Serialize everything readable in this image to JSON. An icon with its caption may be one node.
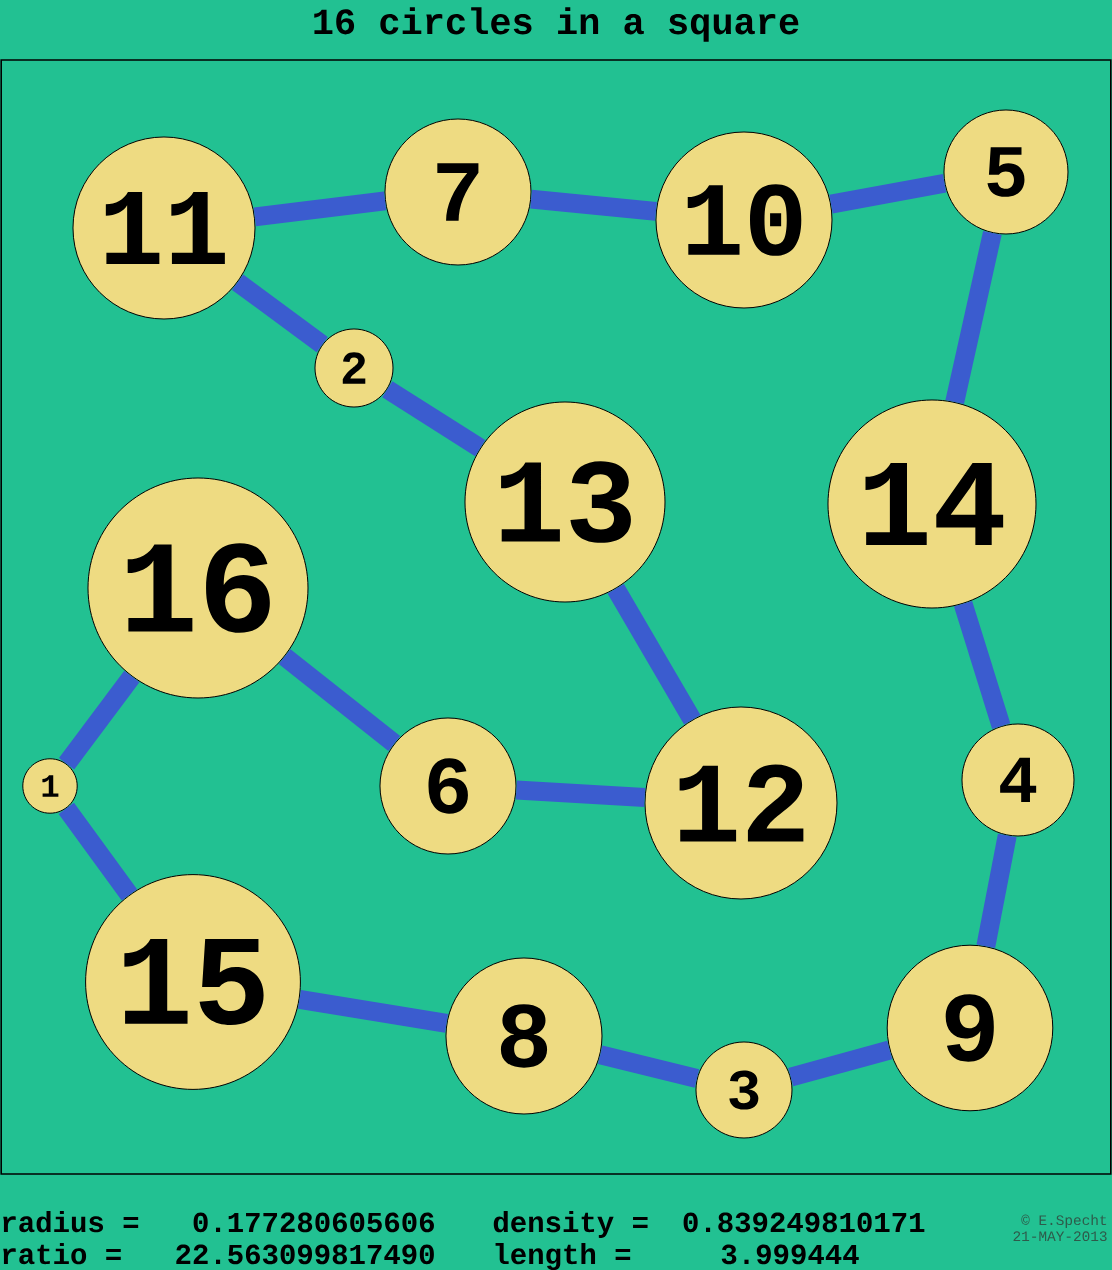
{
  "diagram": {
    "title": "16 circles in a square",
    "nodes": [
      {
        "text": [
          "11"
        ]
      },
      {
        "text": [
          "7"
        ]
      },
      {
        "text": [
          "10"
        ]
      },
      {
        "text": [
          "5"
        ]
      },
      {
        "text": [
          "2"
        ]
      },
      {
        "text": [
          "13"
        ]
      },
      {
        "text": [
          "14"
        ]
      },
      {
        "text": [
          "16"
        ]
      },
      {
        "text": [
          "1"
        ]
      },
      {
        "text": [
          "6"
        ]
      },
      {
        "text": [
          "12"
        ]
      },
      {
        "text": [
          "4"
        ]
      },
      {
        "text": [
          "15"
        ]
      },
      {
        "text": [
          "8"
        ]
      },
      {
        "text": [
          "3"
        ]
      },
      {
        "text": [
          "9"
        ]
      }
    ],
    "edges": [
      {
        "from": 0,
        "to": 1,
        "arrow": "none"
      },
      {
        "from": 1,
        "to": 2,
        "arrow": "none"
      },
      {
        "from": 2,
        "to": 3,
        "arrow": "none"
      },
      {
        "from": 3,
        "to": 6,
        "arrow": "none"
      },
      {
        "from": 6,
        "to": 11,
        "arrow": "none"
      },
      {
        "from": 11,
        "to": 15,
        "arrow": "none"
      },
      {
        "from": 15,
        "to": 14,
        "arrow": "none"
      },
      {
        "from": 14,
        "to": 13,
        "arrow": "none"
      },
      {
        "from": 13,
        "to": 12,
        "arrow": "none"
      },
      {
        "from": 12,
        "to": 8,
        "arrow": "none"
      },
      {
        "from": 8,
        "to": 7,
        "arrow": "none"
      },
      {
        "from": 7,
        "to": 9,
        "arrow": "none"
      },
      {
        "from": 9,
        "to": 10,
        "arrow": "none"
      },
      {
        "from": 10,
        "to": 5,
        "arrow": "none"
      },
      {
        "from": 5,
        "to": 4,
        "arrow": "none"
      },
      {
        "from": 4,
        "to": 0,
        "arrow": "none"
      }
    ],
    "labels": [
      "radius =",
      "0.177280605606",
      "density =",
      "0.839249810171",
      "© E.Specht",
      "ratio =",
      "22.563099817490",
      "length =",
      "3.999444",
      "21-MAY-2013"
    ]
  }
}
